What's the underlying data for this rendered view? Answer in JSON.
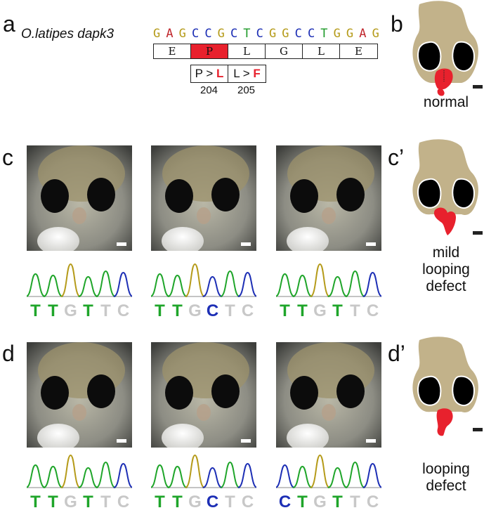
{
  "panels": {
    "a": "a",
    "b": "b",
    "c": "c",
    "c_prime": "c’",
    "d": "d",
    "d_prime": "d’"
  },
  "panel_a": {
    "species_gene": "O.latipes dapk3",
    "nucleotides": [
      {
        "b": "G",
        "c": "#b59b1a"
      },
      {
        "b": "A",
        "c": "#c0272d"
      },
      {
        "b": "G",
        "c": "#b59b1a"
      },
      {
        "b": "C",
        "c": "#1d2fb5"
      },
      {
        "b": "C",
        "c": "#1d2fb5"
      },
      {
        "b": "G",
        "c": "#b59b1a"
      },
      {
        "b": "C",
        "c": "#1d2fb5"
      },
      {
        "b": "T",
        "c": "#1f9a2a"
      },
      {
        "b": "C",
        "c": "#1d2fb5"
      },
      {
        "b": "G",
        "c": "#b59b1a"
      },
      {
        "b": "G",
        "c": "#b59b1a"
      },
      {
        "b": "C",
        "c": "#1d2fb5"
      },
      {
        "b": "C",
        "c": "#1d2fb5"
      },
      {
        "b": "T",
        "c": "#1f9a2a"
      },
      {
        "b": "G",
        "c": "#b59b1a"
      },
      {
        "b": "G",
        "c": "#b59b1a"
      },
      {
        "b": "A",
        "c": "#c0272d"
      },
      {
        "b": "G",
        "c": "#b59b1a"
      }
    ],
    "amino_acids": [
      "E",
      "P",
      "L",
      "G",
      "L",
      "E"
    ],
    "highlight_index": 1,
    "mutations": [
      {
        "from": "P > ",
        "to": "L",
        "position": "204"
      },
      {
        "from": "L > ",
        "to": "F",
        "position": "205"
      }
    ]
  },
  "schematics": {
    "b_label": "normal",
    "c_label_lines": [
      "mild",
      "looping",
      "defect"
    ],
    "d_label_lines": [
      "looping",
      "defect"
    ]
  },
  "colors": {
    "head": "#c2b28a",
    "eye": "#000000",
    "heart": "#e8212d",
    "base_T": "#1fa52a",
    "base_G": "#b59b1a",
    "base_C": "#1d2fb5",
    "grey": "#c8c8c8"
  },
  "chromatograms": {
    "c": [
      [
        "T",
        "T",
        "G",
        "T",
        "T",
        "C"
      ],
      [
        "T",
        "T",
        "G",
        "C",
        "T",
        "C"
      ],
      [
        "T",
        "T",
        "G",
        "T",
        "T",
        "C"
      ]
    ],
    "d": [
      [
        "T",
        "T",
        "G",
        "T",
        "T",
        "C"
      ],
      [
        "T",
        "T",
        "G",
        "C",
        "T",
        "C"
      ],
      [
        "C",
        "T",
        "G",
        "T",
        "T",
        "C"
      ]
    ]
  }
}
